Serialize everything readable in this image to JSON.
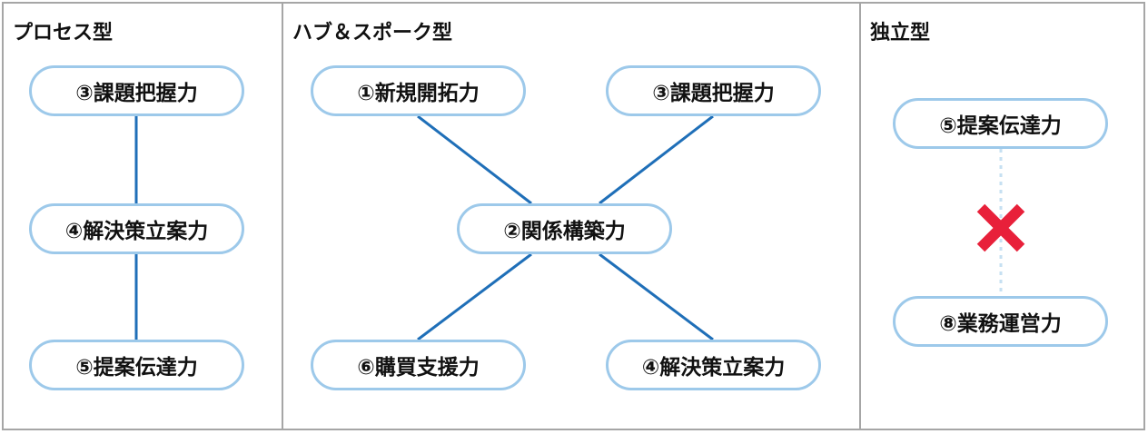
{
  "panels": [
    {
      "title": "プロセス型",
      "nodes": [
        "③課題把握力",
        "④解決策立案力",
        "⑤提案伝達力"
      ]
    },
    {
      "title": "ハブ＆スポーク型",
      "nodes": [
        "①新規開拓力",
        "③課題把握力",
        "②関係構築力",
        "⑥購買支援力",
        "④解決策立案力"
      ]
    },
    {
      "title": "独立型",
      "nodes": [
        "⑤提案伝達力",
        "⑧業務運営力"
      ]
    }
  ],
  "colors": {
    "node_border": "#9dc9ea",
    "link": "#1f6fb8",
    "dotted_link": "#c6e0f2",
    "x_mark": "#e8203a",
    "panel_border": "#a6a6a6"
  },
  "icons": {
    "independent_mark": "x-mark"
  }
}
